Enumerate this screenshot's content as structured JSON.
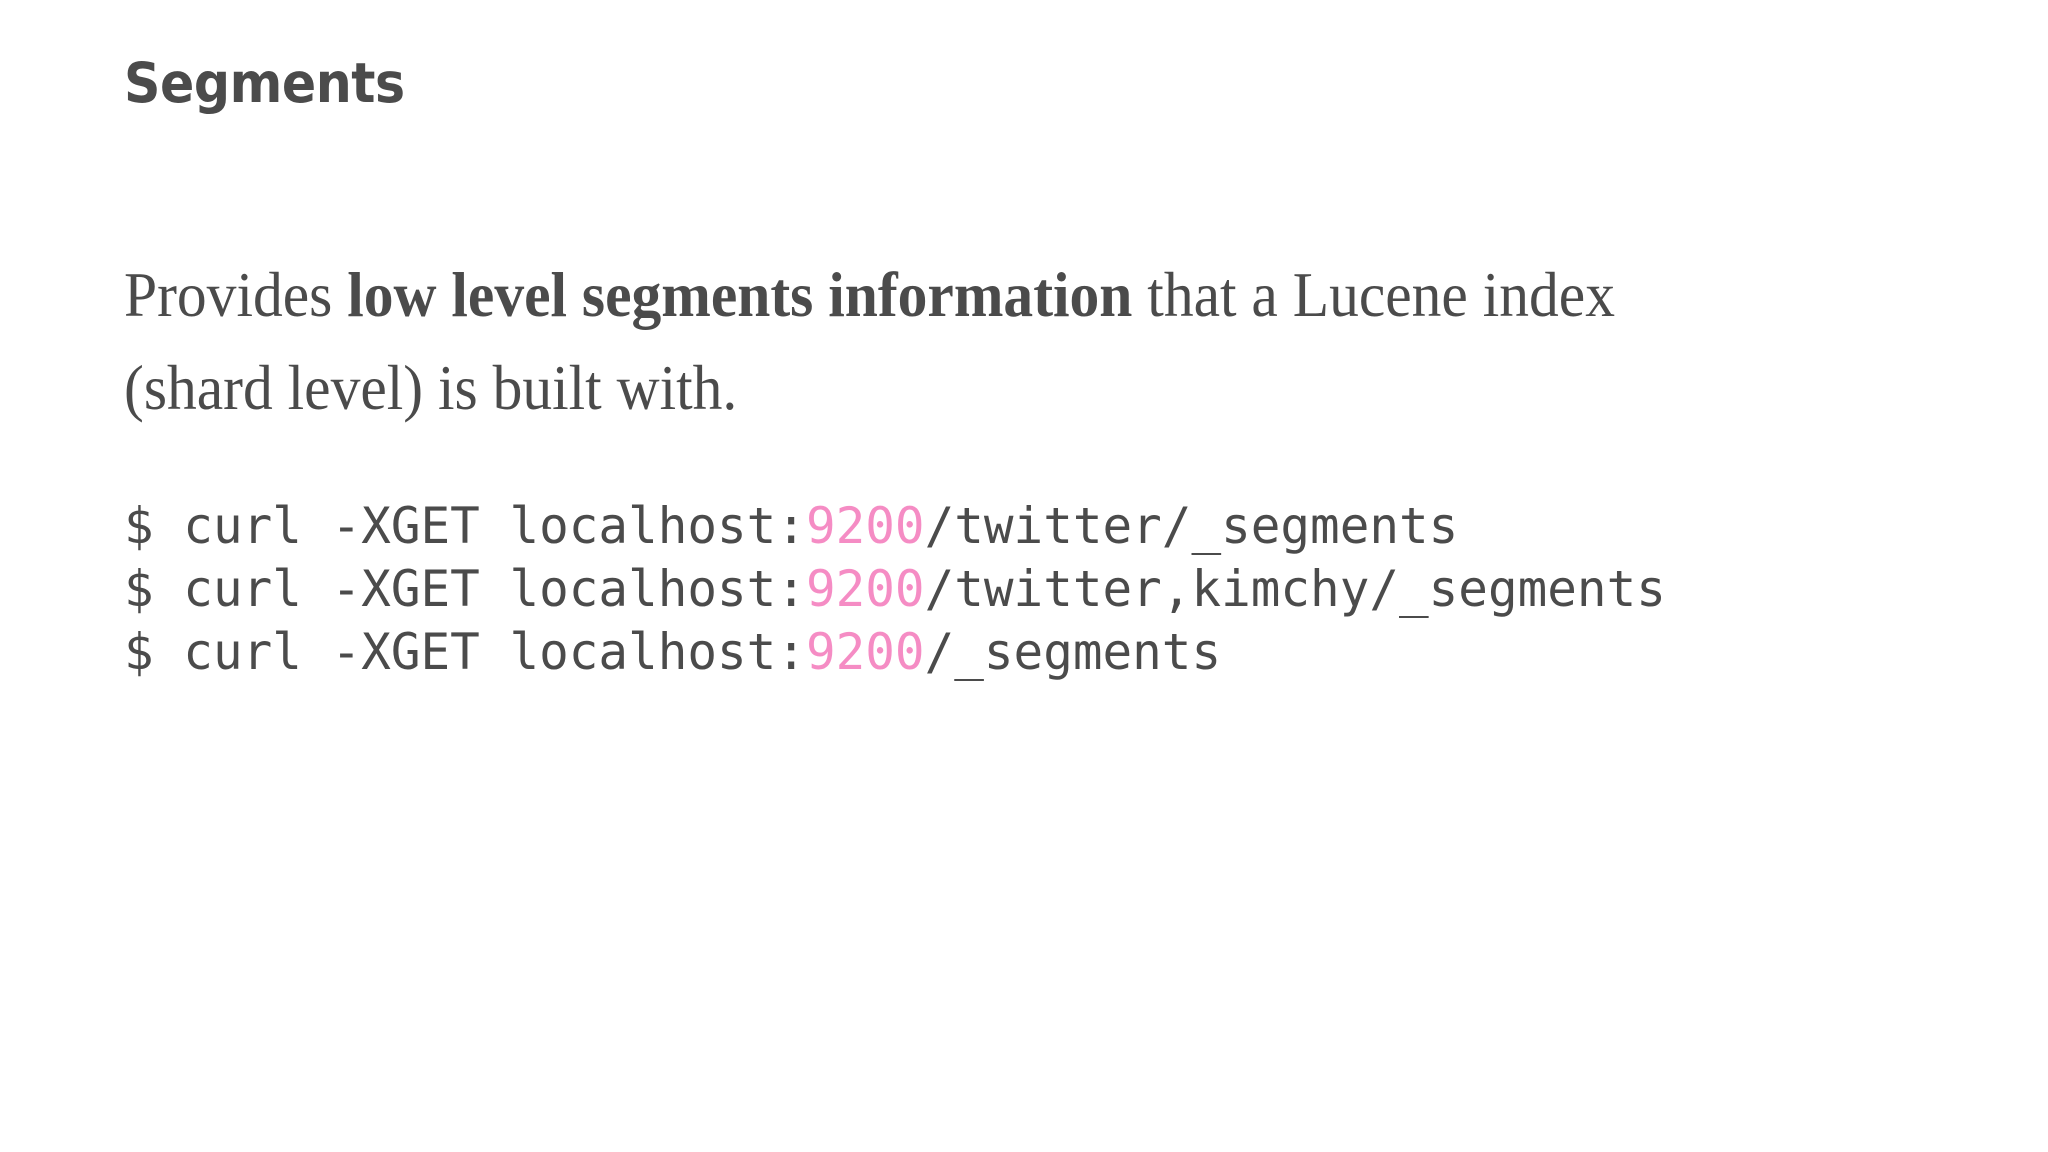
{
  "slide": {
    "title": "Segments",
    "background_color": "#ffffff",
    "text_color": "#4b4b4b",
    "accent_color": "#f58cc4"
  },
  "body": {
    "lead_text": "Provides ",
    "bold_text": "low level segments information",
    "tail_text": " that a Lucene index (shard level) is built with.",
    "full_text": "Provides low level segments information that a Lucene index (shard level) is built with."
  },
  "code": {
    "language": "shell",
    "lines": [
      {
        "prefix": "$ curl -XGET localhost:",
        "port": "9200",
        "suffix": "/twitter/_segments",
        "full": "$ curl -XGET localhost:9200/twitter/_segments"
      },
      {
        "prefix": "$ curl -XGET localhost:",
        "port": "9200",
        "suffix": "/twitter,kimchy/_segments",
        "full": "$ curl -XGET localhost:9200/twitter,kimchy/_segments"
      },
      {
        "prefix": "$ curl -XGET localhost:",
        "port": "9200",
        "suffix": "/_segments",
        "full": "$ curl -XGET localhost:9200/_segments"
      }
    ]
  }
}
